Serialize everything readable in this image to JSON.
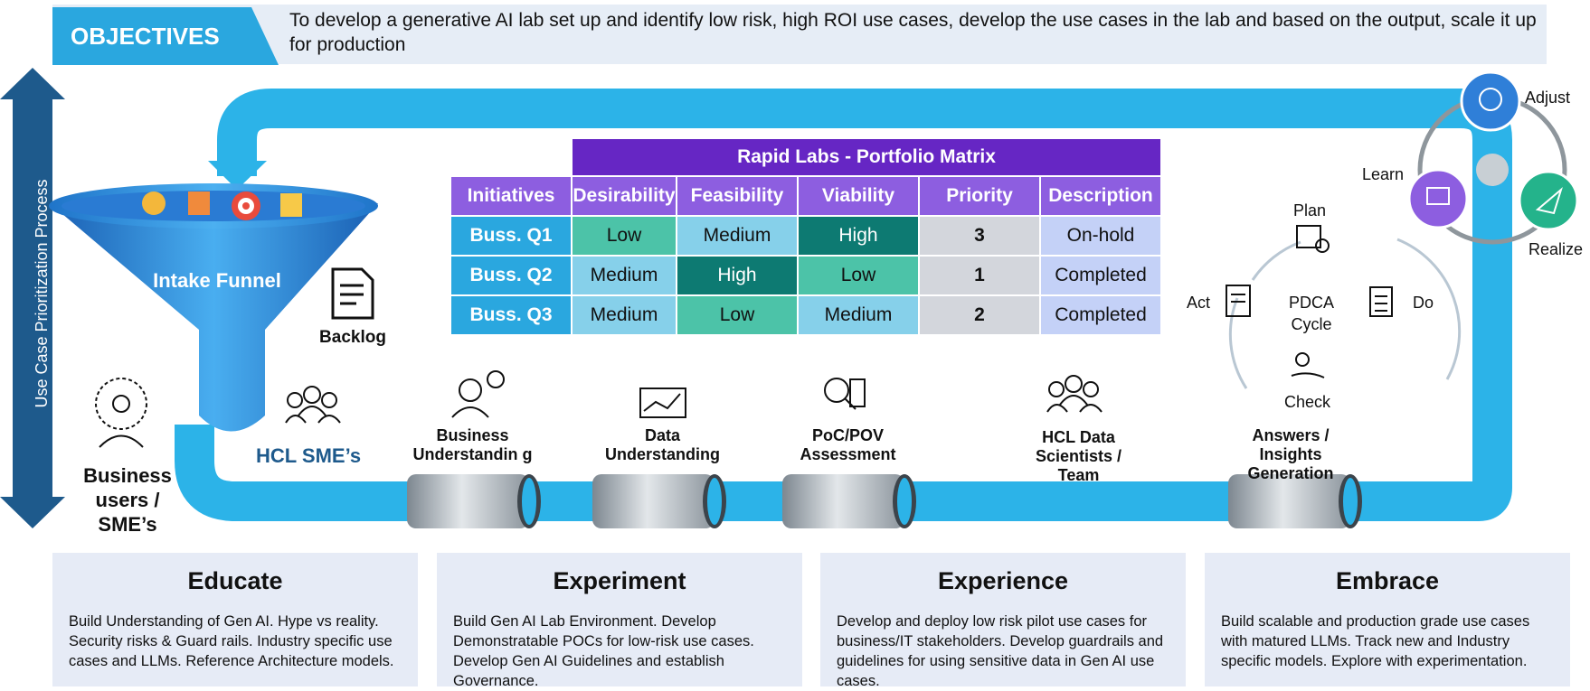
{
  "objectives": {
    "label": "OBJECTIVES",
    "text": "To develop a generative AI lab set up and identify low risk, high ROI use cases, develop the use cases in the lab and based on the output, scale it up for production"
  },
  "side_label": "Use Case Prioritization Process",
  "funnel": {
    "title": "Intake Funnel",
    "backlog": "Backlog",
    "business_users": "Business users / SME’s",
    "hcl_sme": "HCL SME’s"
  },
  "matrix": {
    "title": "Rapid Labs - Portfolio Matrix",
    "headers": [
      "Initiatives",
      "Desirability",
      "Feasibility",
      "Viability",
      "Priority",
      "Description"
    ],
    "rows": [
      {
        "initiative": "Buss. Q1",
        "desirability": "Low",
        "feasibility": "Medium",
        "viability": "High",
        "priority": "3",
        "description": "On-hold"
      },
      {
        "initiative": "Buss. Q2",
        "desirability": "Medium",
        "feasibility": "High",
        "viability": "Low",
        "priority": "1",
        "description": "Completed"
      },
      {
        "initiative": "Buss. Q3",
        "desirability": "Medium",
        "feasibility": "Low",
        "viability": "Medium",
        "priority": "2",
        "description": "Completed"
      }
    ],
    "level_colors": {
      "Low": "#4cc3a8",
      "Medium": "#86d0ea",
      "High": "#0d7a72"
    }
  },
  "stages": {
    "business_understanding": "Business Understandin g",
    "data_understanding": "Data Understanding",
    "poc": "PoC/POV Assessment",
    "hcl_data": "HCL Data Scientists / Team",
    "answers": "Answers / Insights Generation"
  },
  "pdca": {
    "plan": "Plan",
    "do": "Do",
    "check": "Check",
    "act": "Act",
    "center": "PDCA Cycle"
  },
  "cycle": {
    "adjust": "Adjust",
    "learn": "Learn",
    "realize": "Realize"
  },
  "cards": [
    {
      "title": "Educate",
      "text": "Build Understanding of Gen AI. Hype vs reality. Security risks & Guard rails. Industry specific use cases and LLMs. Reference Architecture models."
    },
    {
      "title": "Experiment",
      "text": "Build Gen AI Lab Environment. Develop Demonstratable POCs for low-risk use cases. Develop Gen AI Guidelines and establish Governance."
    },
    {
      "title": "Experience",
      "text": "Develop and deploy low risk pilot use cases for business/IT stakeholders. Develop guardrails and guidelines for using sensitive data in Gen AI use cases."
    },
    {
      "title": "Embrace",
      "text": "Build scalable and production grade use cases with matured LLMs. Track new and Industry specific models. Explore with experimentation."
    }
  ],
  "colors": {
    "accent": "#2aa7df",
    "purple": "#6626c4",
    "navy": "#1e5a8c"
  }
}
